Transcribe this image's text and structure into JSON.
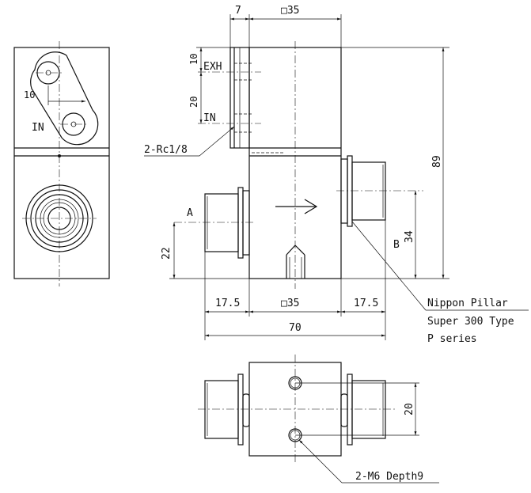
{
  "dimensions": {
    "top_width": "7",
    "top_square": "□35",
    "height_total": "89",
    "exh_spacing": "10",
    "in_spacing": "20",
    "left_offset": "10",
    "port_a_height": "22",
    "port_b_height": "34",
    "side_a": "17.5",
    "bottom_square": "□35",
    "side_b": "17.5",
    "overall_width": "70",
    "hole_spacing": "20"
  },
  "labels": {
    "exh": "EXH",
    "in_top": "IN",
    "in_left": "IN",
    "rc": "2-Rc1/8",
    "port_a": "A",
    "port_b": "B",
    "m6": "2-M6 Depth9"
  },
  "callout": {
    "line1": "Nippon Pillar",
    "line2": "Super 300 Type",
    "line3": "P series"
  }
}
